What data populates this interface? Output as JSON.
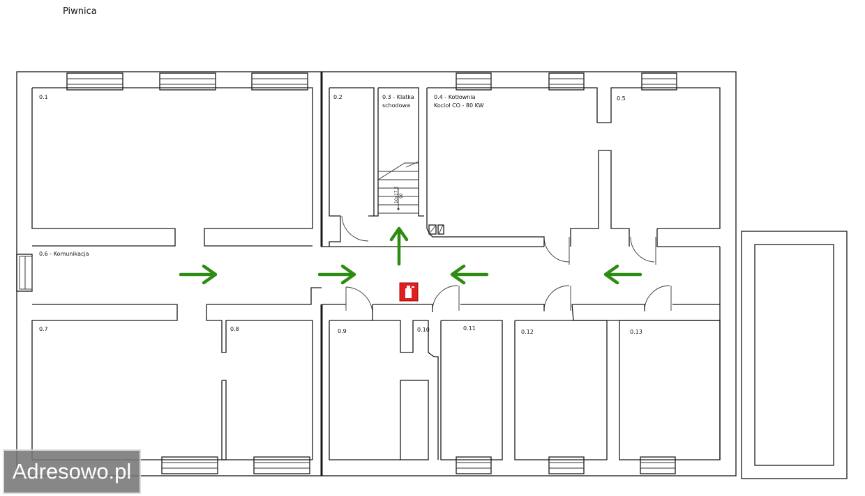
{
  "page": {
    "title": "Piwnica"
  },
  "rooms": [
    {
      "id": "r01",
      "label": "0.1"
    },
    {
      "id": "r02",
      "label": "0.2"
    },
    {
      "id": "r03a",
      "label": "0.3 - Klatka"
    },
    {
      "id": "r03b",
      "label": "schodowa"
    },
    {
      "id": "r04a",
      "label": "0.4 - Kotłownia"
    },
    {
      "id": "r04b",
      "label": "Kocioł CO - 80 KW"
    },
    {
      "id": "r05",
      "label": "0.5"
    },
    {
      "id": "r06",
      "label": "0.6 - Komunikacja"
    },
    {
      "id": "r07",
      "label": "0.7"
    },
    {
      "id": "r08",
      "label": "0.8"
    },
    {
      "id": "r09",
      "label": "0.9"
    },
    {
      "id": "r10",
      "label": "0.10"
    },
    {
      "id": "r11",
      "label": "0.11"
    },
    {
      "id": "r12",
      "label": "0.12"
    },
    {
      "id": "r13",
      "label": "0.13"
    }
  ],
  "stair_labels": [
    "10x17,5",
    "90"
  ],
  "symbols": {
    "evacuation_arrow_color": "#2e8b14",
    "fire_extinguisher_color": "#e02020",
    "fire_extinguisher_icon": "fire-extinguisher-icon"
  },
  "watermark": {
    "text": "Adresowo.pl"
  }
}
